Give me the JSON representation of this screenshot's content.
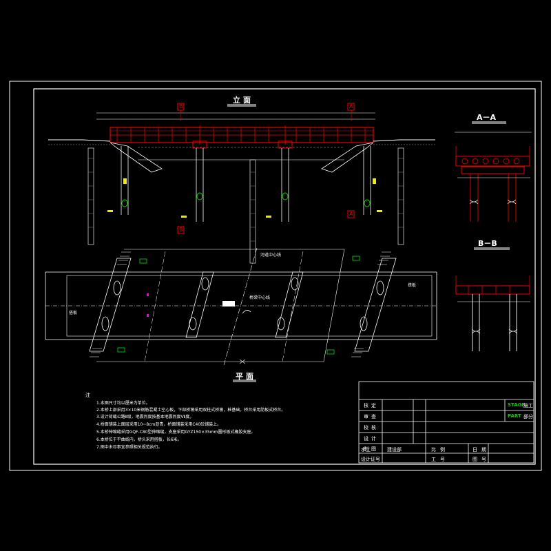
{
  "drawing": {
    "elevation_title": "立面",
    "plan_title": "平面",
    "section_a_title": "A－A",
    "section_b_title": "B－B",
    "section_mark_a": "A",
    "section_mark_b": "B"
  },
  "notes": {
    "heading": "注",
    "lines": [
      "1.本图尺寸均以厘米为单位。",
      "2.本桥上部采用3×10米钢筋混凝土空心板，下部桥墩采用双柱式桥墩，桩基础，桥台采用肋板式桥台。",
      "3.设计荷载公路Ⅱ级，地震烈度按基本地震烈度Ⅶ度。",
      "4.桥面铺装上面层采用10~8cm沥青，桥面铺装采用C40砼铺装上。",
      "5.本桥伸缩缝采用GQF-C80型伸缩缝，支座采用GYZ150×35mm圆形板式橡胶支座。",
      "6.本桥位于平曲线内，桥头采用搭板，长6米。",
      "7.图中未尽事宜参照相关规范执行。"
    ]
  },
  "title_block": {
    "rows": [
      "核定",
      "审查",
      "校核",
      "设计",
      "制图"
    ],
    "stage_label": "STAGE",
    "stage_value": "施工",
    "part_label": "PART",
    "part_value": "部分",
    "design": "设计",
    "bottom_left_1": "水工",
    "bottom_left_2": "设计证号",
    "scale_label": "比例",
    "date_label": "日期",
    "project_label": "工号",
    "sheet_label": "图号",
    "reviewer_label": "建设部"
  },
  "plan_labels": {
    "left_slab": "搭板",
    "right_slab": "搭板",
    "river_center": "河道中心线",
    "bridge_center": "桥梁中心线"
  }
}
